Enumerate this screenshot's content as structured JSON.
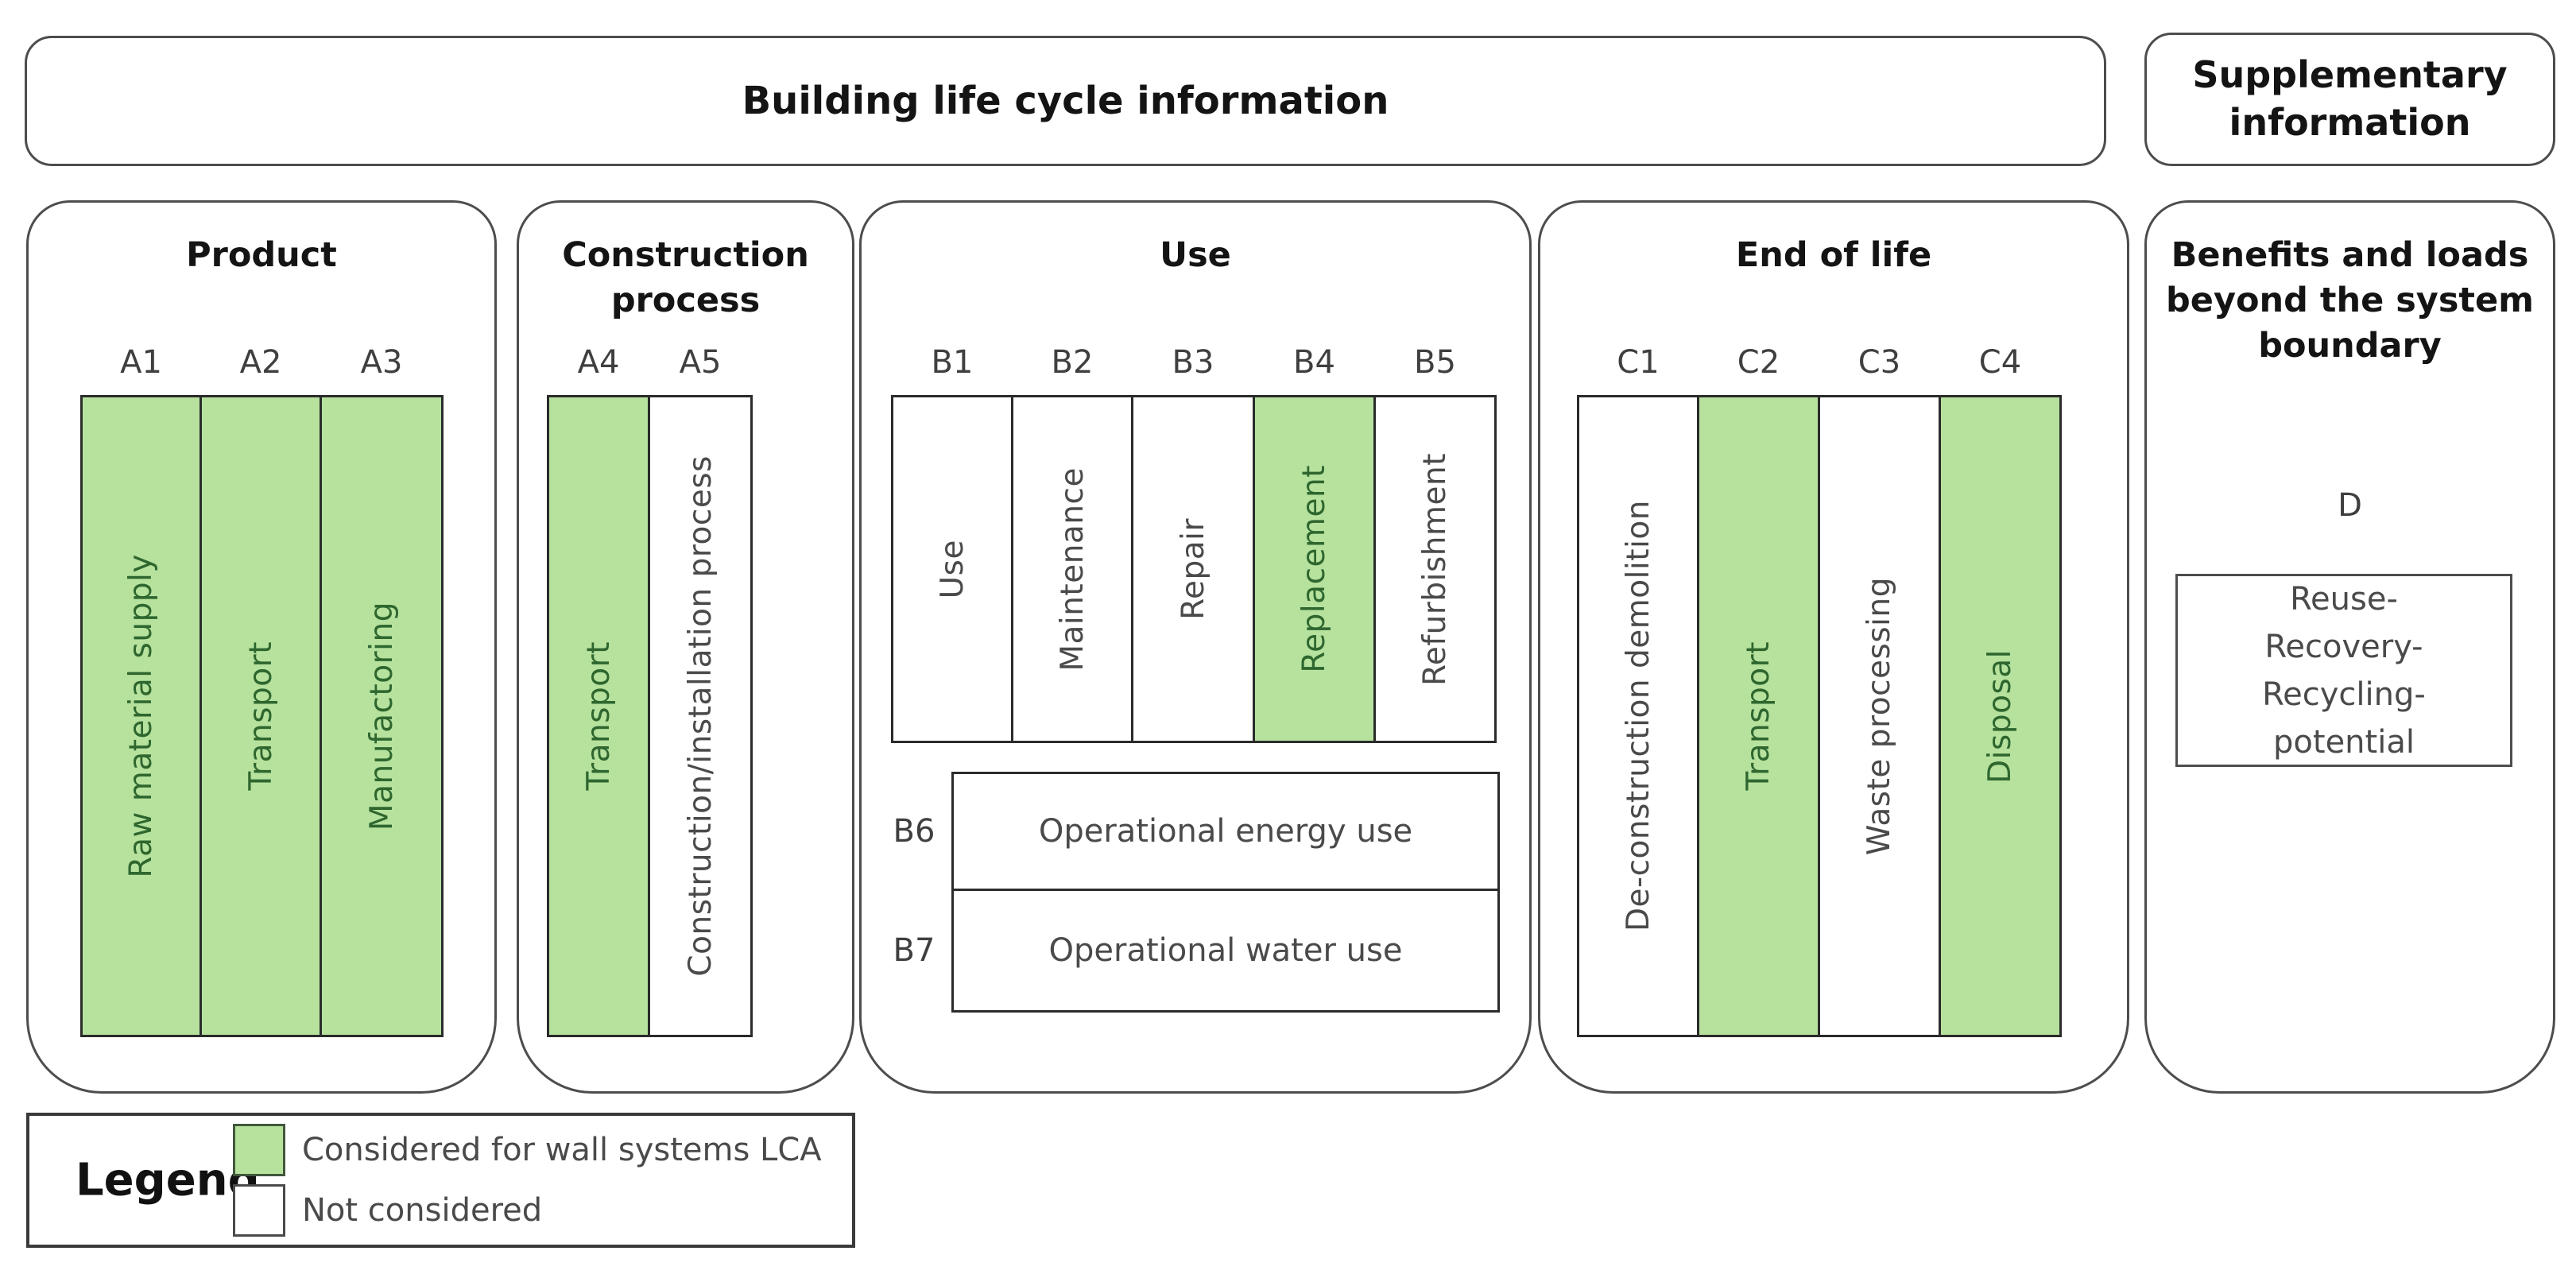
{
  "title": "Building life cycle information",
  "supplementary_header": "Supplementary\ninformation",
  "colors": {
    "considered_green": "#b6e29e",
    "not_considered_white": "#ffffff",
    "section_border": "#4d4d4d",
    "column_border": "#2b2b2b",
    "green_text": "#2e662e",
    "gray_text": "#4a4a4a"
  },
  "sections": {
    "product": {
      "title": "Product",
      "stages": [
        {
          "code": "A1",
          "label": "Raw material supply",
          "considered": true
        },
        {
          "code": "A2",
          "label": "Transport",
          "considered": true
        },
        {
          "code": "A3",
          "label": "Manufactoring",
          "considered": true
        }
      ]
    },
    "construction": {
      "title": "Construction\nprocess",
      "stages": [
        {
          "code": "A4",
          "label": "Transport",
          "considered": true
        },
        {
          "code": "A5",
          "label": "Construction/installation process",
          "considered": false
        }
      ]
    },
    "use": {
      "title": "Use",
      "stages": [
        {
          "code": "B1",
          "label": "Use",
          "considered": false
        },
        {
          "code": "B2",
          "label": "Maintenance",
          "considered": false
        },
        {
          "code": "B3",
          "label": "Repair",
          "considered": false
        },
        {
          "code": "B4",
          "label": "Replacement",
          "considered": true
        },
        {
          "code": "B5",
          "label": "Refurbishment",
          "considered": false
        }
      ],
      "operational": [
        {
          "code": "B6",
          "label": "Operational energy use",
          "considered": false
        },
        {
          "code": "B7",
          "label": "Operational water use",
          "considered": false
        }
      ]
    },
    "end_of_life": {
      "title": "End of life",
      "stages": [
        {
          "code": "C1",
          "label": "De-construction demolition",
          "considered": false
        },
        {
          "code": "C2",
          "label": "Transport",
          "considered": true
        },
        {
          "code": "C3",
          "label": "Waste processing",
          "considered": false
        },
        {
          "code": "C4",
          "label": "Disposal",
          "considered": true
        }
      ]
    },
    "supplementary": {
      "title": "Benefits and loads\nbeyond the system\nboundary",
      "stage_code": "D",
      "box_label": "Reuse-\nRecovery-\nRecycling-\npotential"
    }
  },
  "legend": {
    "heading": "Legend",
    "items": [
      {
        "label": "Considered for wall systems LCA",
        "considered": true
      },
      {
        "label": "Not considered",
        "considered": false
      }
    ]
  }
}
